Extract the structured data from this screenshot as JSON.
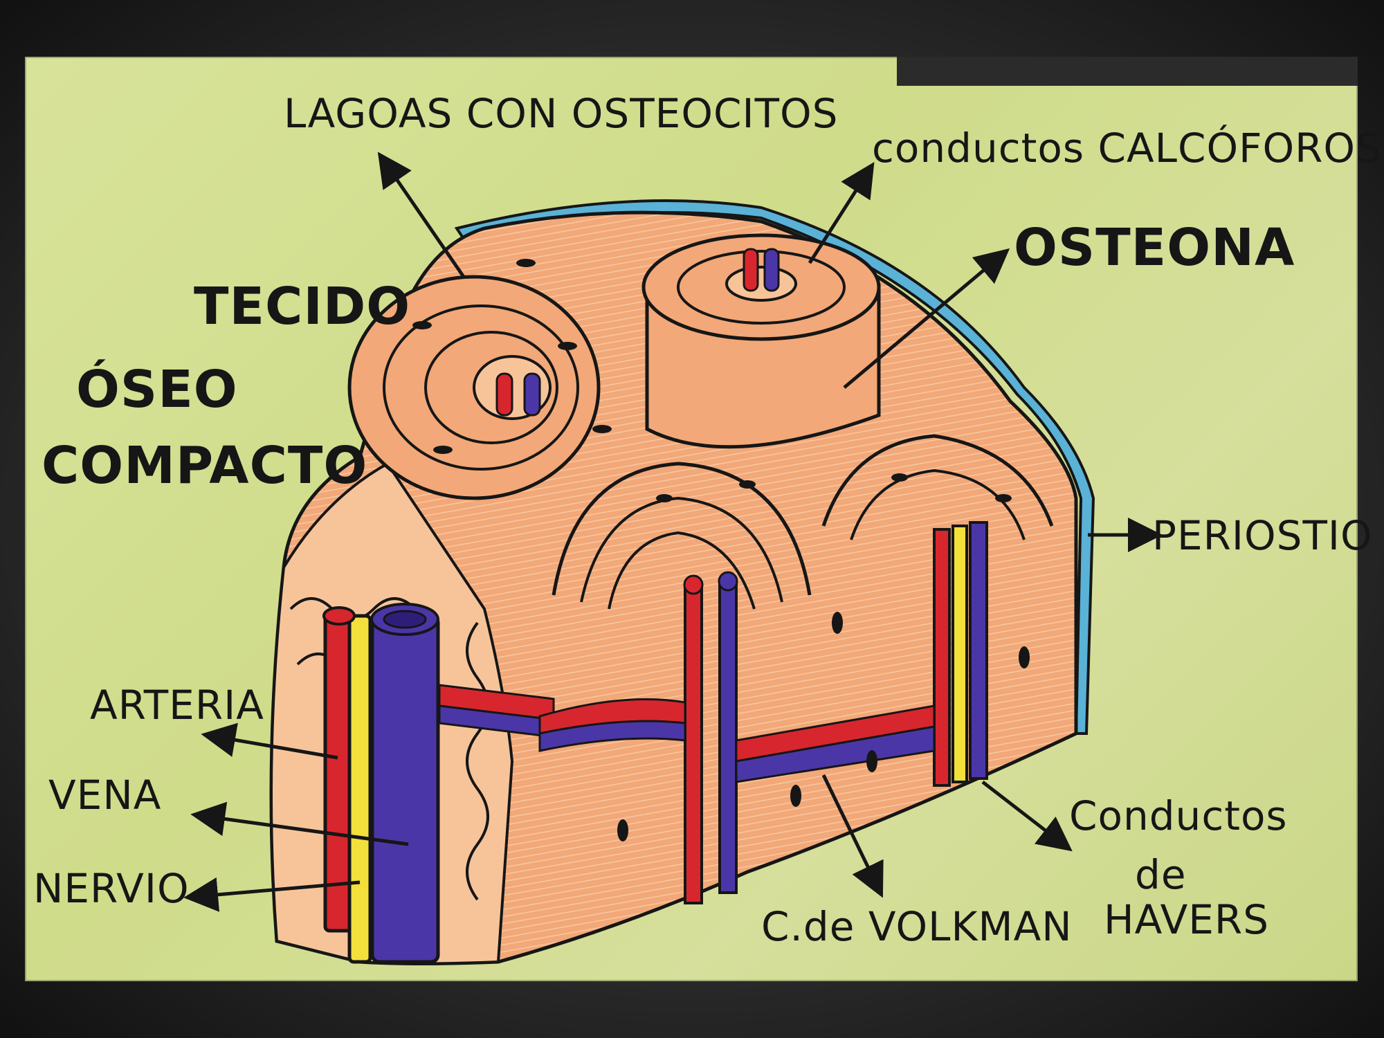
{
  "labels": {
    "lagoas": "LAGOAS CON OSTEOCITOS",
    "calcoforos": "conductos CALCÓFOROS",
    "osteona": "OSTEONA",
    "title_line1": "TECIDO",
    "title_line2": "ÓSEO",
    "title_line3": "COMPACTO",
    "periostio": "PERIOSTIO",
    "arteria": "ARTERIA",
    "vena": "VENA",
    "nervio": "NERVIO",
    "havers_line1": "Conductos",
    "havers_line2": "de",
    "havers_line3": "HAVERS",
    "volkman": "C.de VOLKMAN"
  },
  "colors": {
    "paper_green": "#d2de92",
    "bone_orange": "#f2a878",
    "bone_light": "#f7c49a",
    "artery_red": "#d8262e",
    "vein_blue": "#4b36a8",
    "nerve_yellow": "#f3e03a",
    "periosteum_blue": "#5ab2d6",
    "ink": "#161616"
  }
}
